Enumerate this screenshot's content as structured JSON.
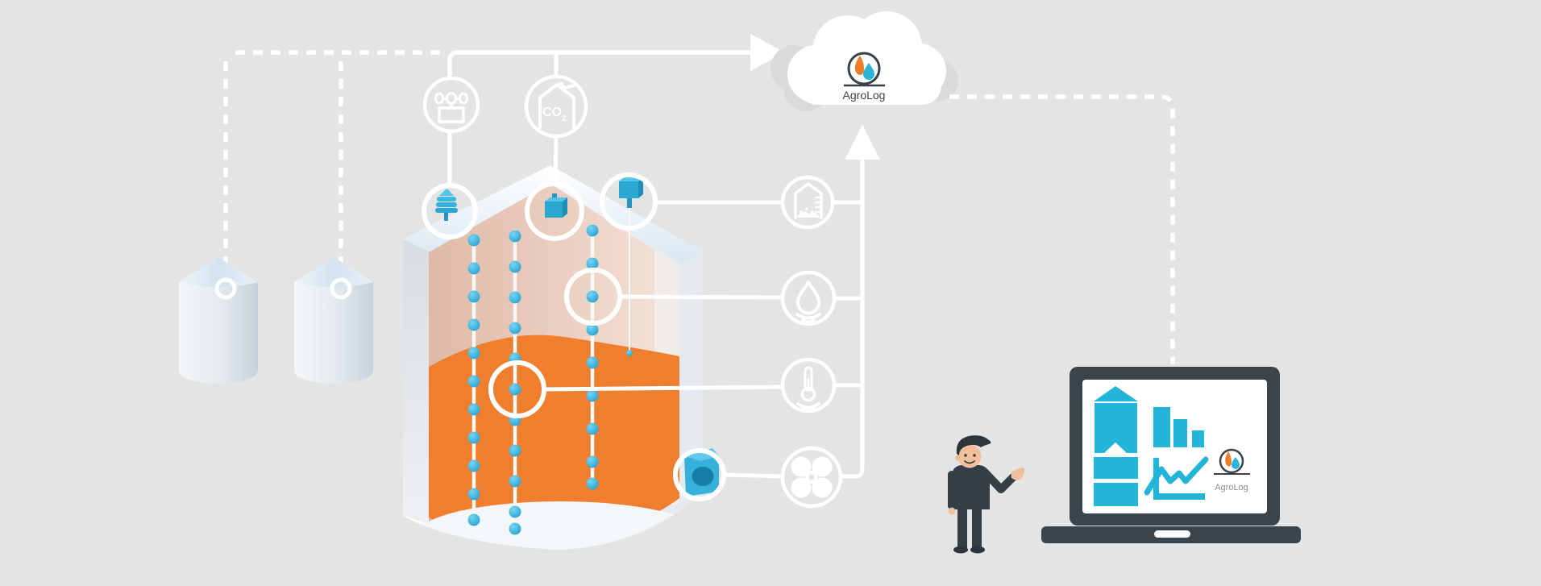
{
  "scene": {
    "description": "AgroLog grain silo monitoring system diagram",
    "background": "#e4e4e4"
  },
  "brand": {
    "name": "AgroLog",
    "flame_color": "#ee7c28",
    "droplet_color": "#29b4d8",
    "outline_color": "#3a4147"
  },
  "colors": {
    "line_white": "#ffffff",
    "grain_orange": "#ef7f2f",
    "sensor_blue": "#3fb3dd",
    "interior_pink": "#e4c2b1",
    "laptop_frame": "#39444c",
    "screen_accent": "#23b5d8",
    "logo_text_gray": "#8c8c8c",
    "person_dark": "#333e46",
    "person_skin": "#f1bf9b"
  },
  "cloud": {
    "logo_text": "AgroLog"
  },
  "laptop": {
    "logo_text": "AgroLog"
  },
  "sensor_icons": {
    "co2_label_main": "CO",
    "co2_label_sub": "2",
    "names": [
      "cable-sensor",
      "co2-sensor",
      "grain-level-sensor",
      "moisture-sensor",
      "temperature-sensor",
      "aeration-fan"
    ]
  }
}
